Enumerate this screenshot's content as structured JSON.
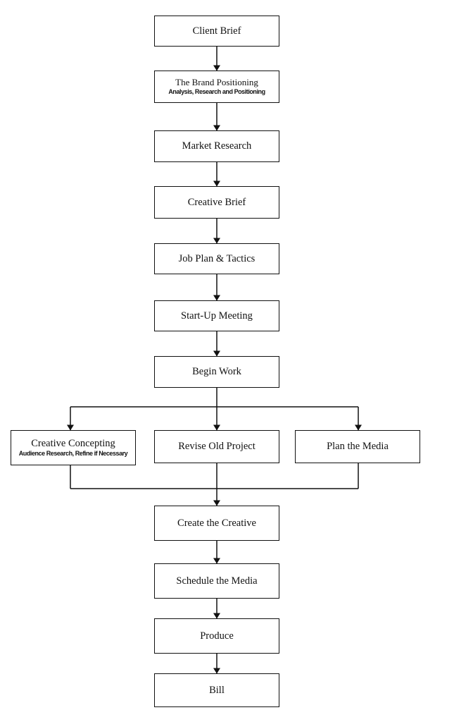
{
  "steps": {
    "client_brief": "Client Brief",
    "brand_positioning": "The Brand Positioning",
    "brand_positioning_sub": "Analysis, Research and Positioning",
    "market_research": "Market Research",
    "creative_brief": "Creative Brief",
    "job_plan": "Job Plan & Tactics",
    "start_up_meeting": "Start-Up Meeting",
    "begin_work": "Begin Work",
    "creative_concepting": "Creative Concepting",
    "creative_concepting_sub": "Audience Research, Refine if Necessary",
    "revise_old_project": "Revise Old Project",
    "plan_the_media": "Plan the Media",
    "create_the_creative": "Create the Creative",
    "schedule_the_media": "Schedule the Media",
    "produce": "Produce",
    "bill": "Bill"
  },
  "colors": {
    "stroke": "#111111",
    "background": "#ffffff"
  }
}
